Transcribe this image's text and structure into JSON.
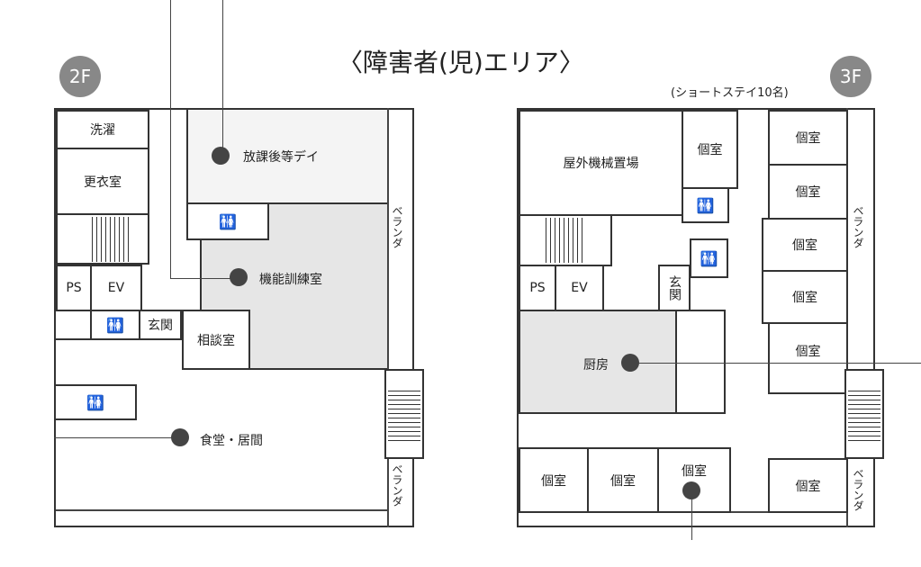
{
  "title": "〈障害者(児)エリア〉",
  "floor2": {
    "badge": "2F",
    "rooms": {
      "laundry": "洗濯",
      "locker": "更衣室",
      "ps": "PS",
      "ev": "EV",
      "entrance": "玄関",
      "consult": "相談室",
      "afterschool": "放課後等デイ",
      "training": "機能訓練室",
      "dining": "食堂・居間",
      "veranda1": "ベランダ",
      "veranda2": "ベランダ"
    }
  },
  "floor3": {
    "badge": "3F",
    "note": "(ショートステイ10名)",
    "rooms": {
      "machine": "屋外機械置場",
      "ps": "PS",
      "ev": "EV",
      "entrance": "玄関",
      "kitchen": "厨房",
      "private": "個室",
      "veranda1": "ベランダ",
      "veranda2": "ベランダ"
    }
  },
  "icons": {
    "toilet": "🚻"
  }
}
